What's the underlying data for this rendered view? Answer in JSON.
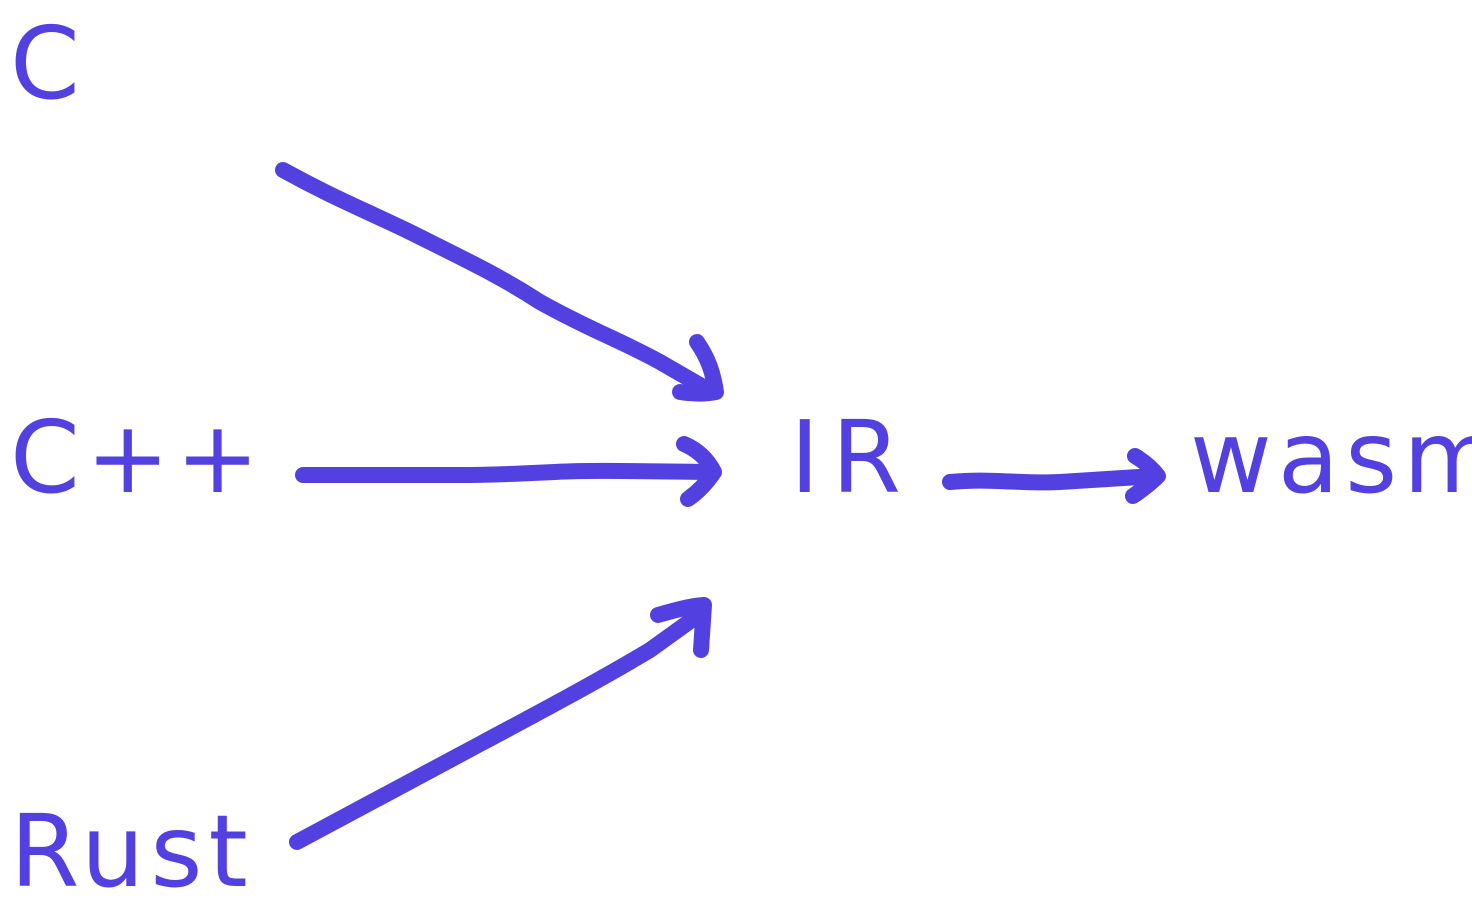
{
  "diagram": {
    "nodes": {
      "c": "C",
      "cpp": "C++",
      "rust": "Rust",
      "ir": "IR",
      "wasm": "wasm"
    },
    "edges": [
      {
        "from": "C",
        "to": "IR"
      },
      {
        "from": "C++",
        "to": "IR"
      },
      {
        "from": "Rust",
        "to": "IR"
      },
      {
        "from": "IR",
        "to": "wasm"
      }
    ],
    "colors": {
      "ink": "#5340e0",
      "background": "#ffffff"
    }
  }
}
